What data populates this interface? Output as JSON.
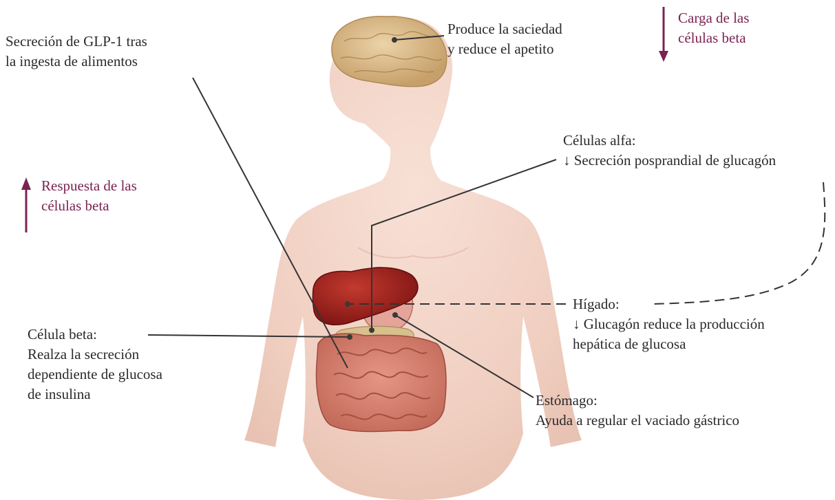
{
  "labels": {
    "glp1": [
      "Secreción de GLP-1 tras",
      "la ingesta de alimentos"
    ],
    "brain": [
      "Produce la saciedad",
      "y reduce el apetito"
    ],
    "beta_load": [
      "Carga de las",
      "células beta"
    ],
    "alpha": [
      "Células alfa:",
      "↓ Secreción posprandial de glucagón"
    ],
    "beta_response": [
      "Respuesta de las",
      "células beta"
    ],
    "liver": [
      "Hígado:",
      "↓ Glucagón reduce la producción",
      "hepática de glucosa"
    ],
    "beta_cell": [
      "Célula beta:",
      "Realza la secreción",
      "dependiente de glucosa",
      "de insulina"
    ],
    "stomach": [
      "Estómago:",
      "Ayuda a regular el vaciado gástrico"
    ]
  },
  "colors": {
    "accent": "#7a2352",
    "text": "#2a2a2a",
    "skin": "#f3d3c6",
    "liver": "#9e1c1c",
    "intestine": "#cf7568",
    "brain": "#d8b98a"
  },
  "icons": {
    "beta_load_arrow": "arrow-down-icon",
    "beta_response_arrow": "arrow-up-icon"
  }
}
